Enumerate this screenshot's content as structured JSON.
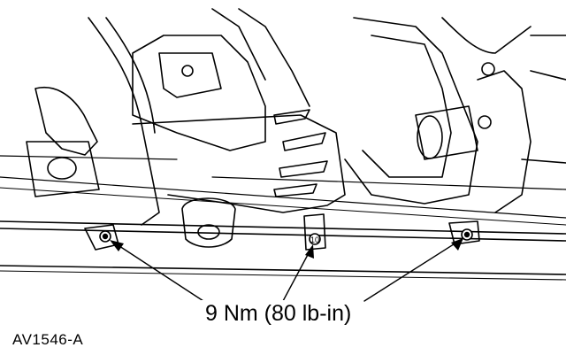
{
  "diagram": {
    "callout": "9 Nm (80 lb-in)",
    "figure_id": "AV1546-A",
    "fastener_marker": "10",
    "fastener_count": 3,
    "colors": {
      "ink": "#000000",
      "paper": "#ffffff"
    }
  }
}
